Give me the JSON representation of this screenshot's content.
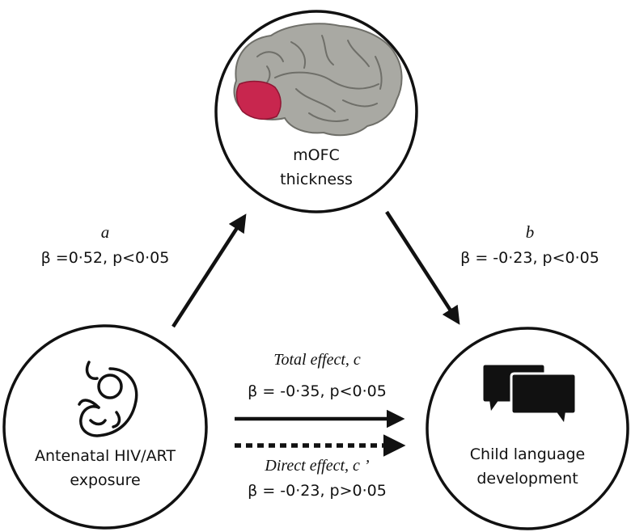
{
  "nodes": {
    "mediator": {
      "line1": "mOFC",
      "line2": "thickness"
    },
    "exposure": {
      "line1": "Antenatal HIV/ART",
      "line2": "exposure"
    },
    "outcome": {
      "line1": "Child language",
      "line2": "development"
    }
  },
  "paths": {
    "a": {
      "letter": "a",
      "stat": "β =0·52, p<0·05"
    },
    "b": {
      "letter": "b",
      "stat": "β = -0·23, p<0·05"
    },
    "total": {
      "title": "Total effect, c",
      "stat": "β = -0·35, p<0·05"
    },
    "direct": {
      "title": "Direct effect, c ’",
      "stat": "β = -0·23, p>0·05"
    }
  },
  "colors": {
    "ink": "#111111",
    "brain": "#a9a9a3",
    "brain_shadow": "#6f6f69",
    "mofc_region": "#c8264e"
  },
  "icons": {
    "mediator": "brain-icon",
    "exposure": "fetus-icon",
    "outcome": "speech-bubbles-icon"
  }
}
